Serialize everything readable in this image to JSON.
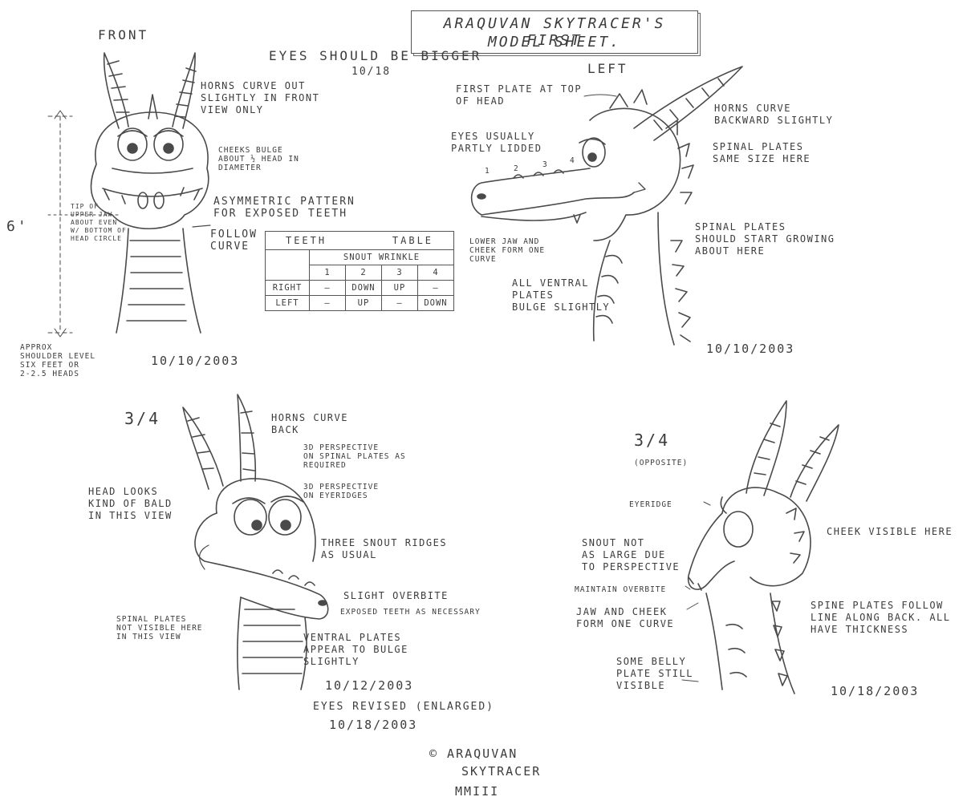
{
  "title": {
    "line1": "ARAQUVAN SKYTRACER'S FIRST",
    "line2": "MODEL SHEET."
  },
  "views": {
    "front": "FRONT",
    "left": "LEFT",
    "three_quarter": "3/4",
    "three_quarter_opp": "3/4",
    "opposite": "(OPPOSITE)"
  },
  "notes": {
    "eyes_bigger": "EYES SHOULD BE BIGGER",
    "eyes_bigger_date": "10/18",
    "horns_front": "HORNS CURVE OUT\nSLIGHTLY IN FRONT\nVIEW ONLY",
    "cheeks": "CHEEKS BULGE\nABOUT ½ HEAD IN\nDIAMETER",
    "asymmetric": "ASYMMETRIC PATTERN\nFOR EXPOSED TEETH",
    "follow_curve": "FOLLOW\nCURVE",
    "tip_jaw": "TIP OF\nUPPER JAW\nABOUT EVEN\nW/ BOTTOM OF\nHEAD CIRCLE",
    "height": "6'",
    "shoulder": "APPROX\nSHOULDER LEVEL\nSIX FEET OR\n2-2.5 HEADS",
    "first_plate": "FIRST PLATE AT TOP\nOF HEAD",
    "eyes_lidded": "EYES USUALLY\nPARTLY LIDDED",
    "horns_left": "HORNS CURVE\nBACKWARD SLIGHTLY",
    "spinal_same": "SPINAL PLATES\nSAME SIZE HERE",
    "spinal_grow": "SPINAL PLATES\nSHOULD START GROWING\nABOUT HERE",
    "lower_jaw": "LOWER JAW AND\nCHEEK FORM ONE\nCURVE",
    "ventral_bulge": "ALL VENTRAL\nPLATES\nBULGE SLIGHTLY",
    "n1": "1",
    "n2": "2",
    "n3": "3",
    "n4": "4",
    "horns_back": "HORNS CURVE\nBACK",
    "persp_spinal": "3D PERSPECTIVE\nON SPINAL PLATES AS\nREQUIRED",
    "persp_eyeridges": "3D PERSPECTIVE\nON EYERIDGES",
    "bald": "HEAD LOOKS\nKIND OF BALD\nIN THIS VIEW",
    "three_ridges": "THREE SNOUT RIDGES\nAS USUAL",
    "overbite": "SLIGHT OVERBITE",
    "exposed_teeth": "EXPOSED TEETH AS NECESSARY",
    "ventral_appear": "VENTRAL PLATES\nAPPEAR TO BULGE\nSLIGHTLY",
    "spinal_not_visible": "SPINAL PLATES\nNOT VISIBLE HERE\nIN THIS VIEW",
    "eyeridge": "EYERIDGE",
    "cheek_visible": "CHEEK VISIBLE HERE",
    "snout_not_large": "SNOUT NOT\nAS LARGE DUE\nTO PERSPECTIVE",
    "maintain_overbite": "MAINTAIN OVERBITE",
    "jaw_cheek": "JAW AND CHEEK\nFORM ONE CURVE",
    "spine_follow": "SPINE PLATES FOLLOW\nLINE ALONG BACK. ALL\nHAVE THICKNESS",
    "belly_plate": "SOME BELLY\nPLATE STILL\nVISIBLE"
  },
  "dates": {
    "front": "10/10/2003",
    "left": "10/10/2003",
    "tq": "10/12/2003",
    "eyes_revised": "EYES REVISED (ENLARGED)",
    "eyes_revised_date": "10/18/2003",
    "tq_opp": "10/18/2003"
  },
  "teeth_table": {
    "title_left": "TEETH",
    "title_right": "TABLE",
    "header": "SNOUT WRINKLE",
    "columns": [
      "1",
      "2",
      "3",
      "4"
    ],
    "rows": [
      {
        "label": "RIGHT",
        "cells": [
          "—",
          "DOWN",
          "UP",
          "—"
        ]
      },
      {
        "label": "LEFT",
        "cells": [
          "—",
          "UP",
          "—",
          "DOWN"
        ]
      }
    ]
  },
  "signature": {
    "line1": "© ARAQUVAN",
    "line2": "SKYTRACER",
    "line3": "MMIII"
  }
}
